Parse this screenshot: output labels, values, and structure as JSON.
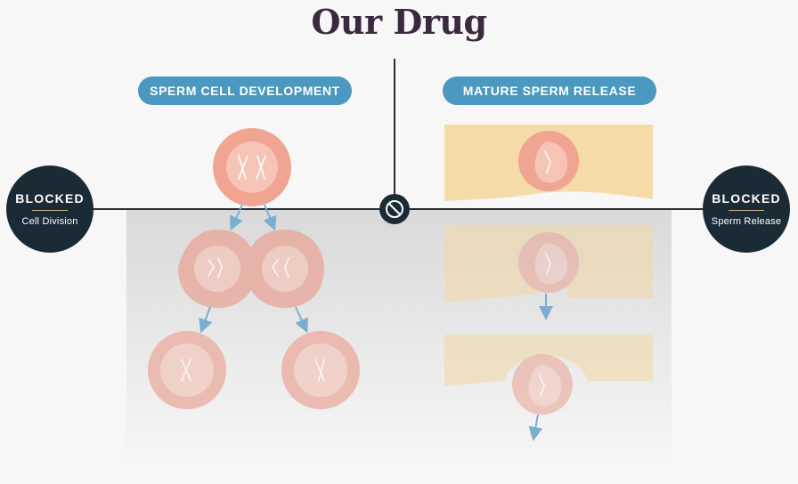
{
  "title": "Our Drug",
  "left_section": {
    "label": "SPERM CELL DEVELOPMENT"
  },
  "right_section": {
    "label": "MATURE SPERM RELEASE"
  },
  "left_badge": {
    "title": "BLOCKED",
    "subtitle": "Cell Division"
  },
  "right_badge": {
    "title": "BLOCKED",
    "subtitle": "Sperm Release"
  },
  "colors": {
    "title": "#3b2a3f",
    "pill": "#4b98c0",
    "badge": "#1b2b36",
    "cell": "#f0a492",
    "tissue": "#f5dba8",
    "arrow": "#7aaed0"
  },
  "icons": [
    "blocked-icon"
  ]
}
